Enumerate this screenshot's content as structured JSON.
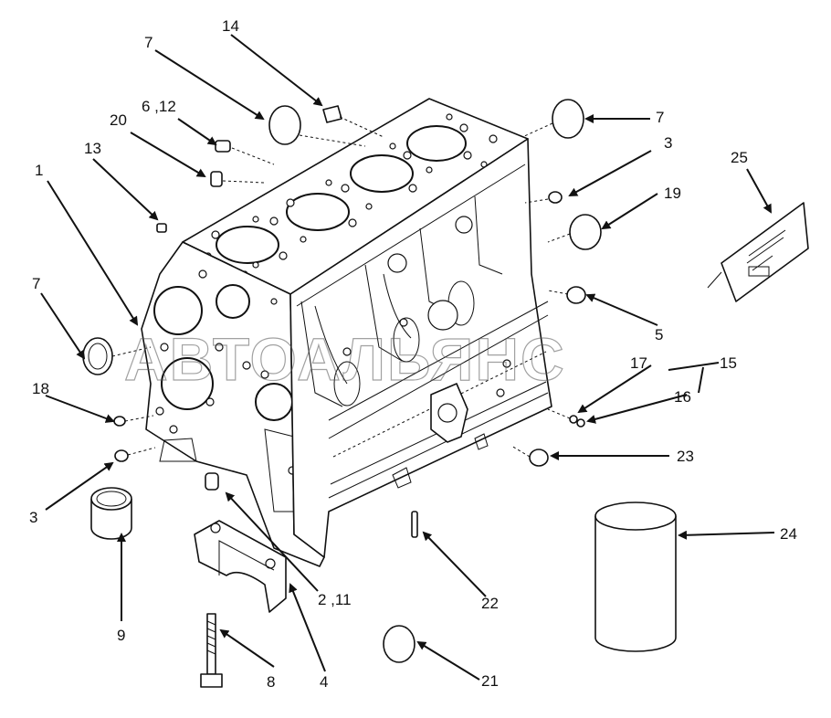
{
  "watermark": "АВТОАЛЬЯНС",
  "callouts": {
    "c1": "1",
    "c2_11": "2 ,11",
    "c3a": "3",
    "c3b": "3",
    "c4": "4",
    "c5": "5",
    "c6_12": "6 ,12",
    "c7a": "7",
    "c7b": "7",
    "c7c": "7",
    "c8": "8",
    "c9": "9",
    "c13": "13",
    "c14": "14",
    "c15": "15",
    "c16": "16",
    "c17": "17",
    "c18": "18",
    "c19": "19",
    "c20": "20",
    "c21": "21",
    "c22": "22",
    "c23": "23",
    "c24": "24",
    "c25": "25"
  }
}
